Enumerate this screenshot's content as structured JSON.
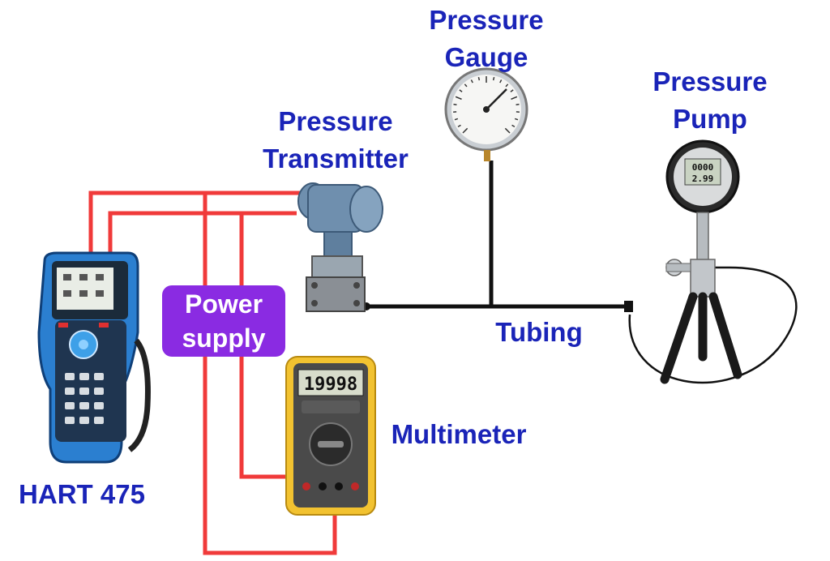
{
  "labels": {
    "gauge": [
      "Pressure",
      "Gauge"
    ],
    "pump": [
      "Pressure",
      "Pump"
    ],
    "transmitter": [
      "Pressure",
      "Transmitter"
    ],
    "power_supply": [
      "Power",
      "supply"
    ],
    "tubing": "Tubing",
    "multimeter": "Multimeter",
    "hart": "HART 475"
  },
  "multimeter_display": "19998",
  "pump_display": [
    "0000",
    "2.99"
  ],
  "colors": {
    "label_text": "#1a24b8",
    "wire": "#f03a3a",
    "tubing": "#111111",
    "power_supply_box": "#8a2be2",
    "multimeter_body": "#f2c230",
    "hart_body": "#2b7fd0",
    "transmitter_body": "#6f8fae"
  },
  "icons": {
    "hart": "handheld-communicator-icon",
    "transmitter": "pressure-transmitter-icon",
    "gauge": "pressure-gauge-icon",
    "pump": "pressure-pump-icon",
    "multimeter": "multimeter-icon"
  }
}
